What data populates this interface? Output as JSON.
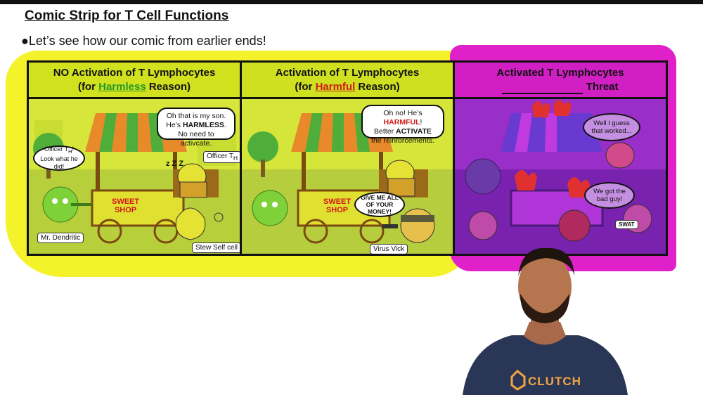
{
  "title": "Comic Strip for T Cell Functions",
  "bullet": "●Let’s see how our comic from earlier ends!",
  "panels": [
    {
      "title_line1": "NO Activation of T Lymphocytes",
      "title_prefix": "(for ",
      "title_key": "Harmless",
      "title_suffix": " Reason)",
      "bubble_officer_part1": "Oh that is my son.",
      "bubble_officer_part2": "He’s ",
      "bubble_officer_emph": "HARMLESS",
      "bubble_officer_part3": ".",
      "bubble_officer_part4": "No need to activcate.",
      "bubble_dendritic_part1": "Officer T",
      "bubble_dendritic_sub": "H",
      "bubble_dendritic_part2": "! Look what he did!",
      "label_officer": "Officer T",
      "label_officer_sub": "H",
      "label_dendritic": "Mr. Dendritic",
      "label_self": "Stew Self cell",
      "shop_sign_1": "SWEET",
      "shop_sign_2": "SHOP",
      "sleep": "z Z Z"
    },
    {
      "title_line1": "Activation of T Lymphocytes",
      "title_prefix": "(for ",
      "title_key": "Harmful",
      "title_suffix": " Reason)",
      "bubble_officer_part1": "Oh no! He’s ",
      "bubble_officer_emph": "HARMFUL",
      "bubble_officer_part2": "!",
      "bubble_officer_part3": "Better ",
      "bubble_officer_emph2": "ACTIVATE",
      "bubble_officer_part4": "the reinforcements.",
      "bubble_virus": "GIVE ME ALL OF YOUR MONEY!",
      "label_virus": "Virus Vick",
      "shop_sign_1": "SWEET",
      "shop_sign_2": "SHOP"
    },
    {
      "title_line1": "Activated T Lymphocytes",
      "title_suffix": " Threat",
      "bubble_officer": "Well I guess that worked...",
      "bubble_swat": "We got the bad guy!",
      "swat_badge": "SWAT"
    }
  ],
  "shirt_logo": "CLUTCH",
  "colors": {
    "highlight_yellow": "#f4f22a",
    "highlight_pink": "#e020c8",
    "harmless_green": "#1f9a2a",
    "harmful_red": "#d21818"
  }
}
